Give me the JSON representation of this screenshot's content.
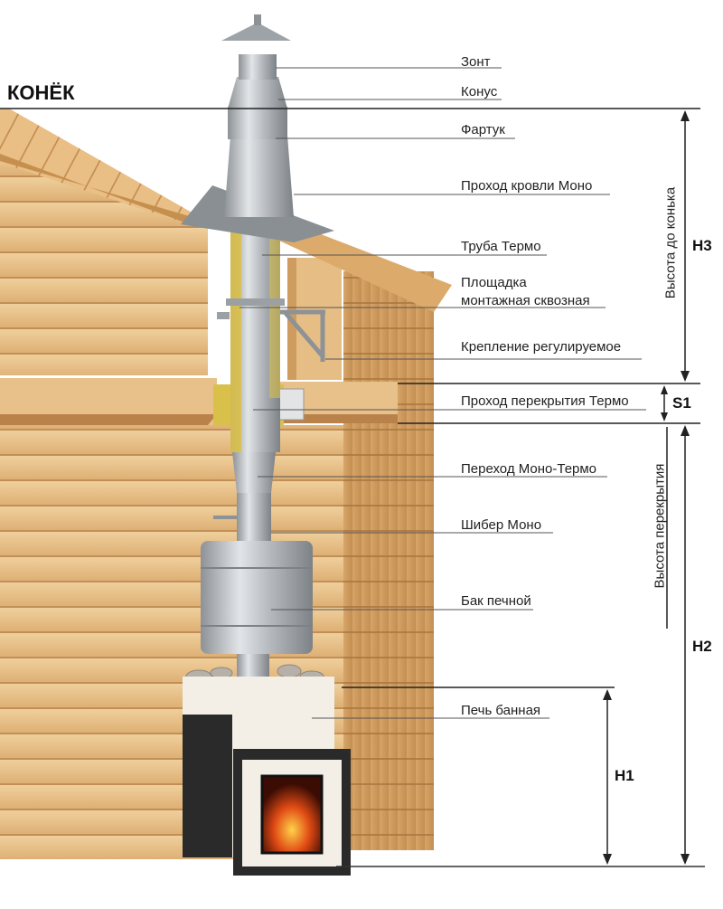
{
  "ridge_label": "КОНЁК",
  "components": [
    {
      "id": "umbrella",
      "label": "Зонт"
    },
    {
      "id": "cone",
      "label": "Конус"
    },
    {
      "id": "apron",
      "label": "Фартук"
    },
    {
      "id": "roof-pass",
      "label": "Проход кровли Моно"
    },
    {
      "id": "thermo-pipe",
      "label": "Труба Термо"
    },
    {
      "id": "mount-platform",
      "label": "Площадка\nмонтажная сквозная"
    },
    {
      "id": "adjustable-mount",
      "label": "Крепление регулируемое"
    },
    {
      "id": "ceiling-pass",
      "label": "Проход перекрытия Термо"
    },
    {
      "id": "adapter",
      "label": "Переход Моно-Термо"
    },
    {
      "id": "damper",
      "label": "Шибер Моно"
    },
    {
      "id": "tank",
      "label": "Бак печной"
    },
    {
      "id": "stove",
      "label": "Печь банная"
    }
  ],
  "dimensions": {
    "h3": "H3",
    "h3_caption": "Высота до конька",
    "s1": "S1",
    "h2": "H2",
    "h2_caption": "Высота перекрытия",
    "h1": "H1"
  },
  "colors": {
    "wood_light": "#e9c28c",
    "wood_dark": "#c9935a",
    "steel": "#b8bcc0",
    "steel_dark": "#8d9296",
    "insulation": "#d9c04a",
    "stove_body": "#f3efe6",
    "stove_dark": "#2a2a2a",
    "fire": "#e04a14",
    "line": "#333333"
  }
}
